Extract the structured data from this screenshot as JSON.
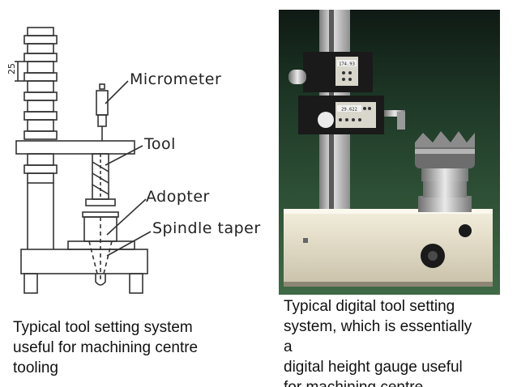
{
  "left_figure": {
    "labels": {
      "micrometer": "Micrometer",
      "tool": "Tool",
      "adopter": "Adopter",
      "spindle_taper": "Spindle taper",
      "dimension": "25"
    },
    "caption": "Typical tool setting system\nuseful for machining centre\ntooling"
  },
  "right_figure": {
    "display_top": "174.93",
    "display_bottom": "29.622",
    "caption": "Typical digital tool setting\nsystem, which is essentially\na\ndigital height gauge useful\nfor machining centre"
  },
  "colors": {
    "line": "#333333",
    "photo_background": "#2f4a32",
    "base_body": "#e9e3d2",
    "column": "#c9c9c9"
  }
}
